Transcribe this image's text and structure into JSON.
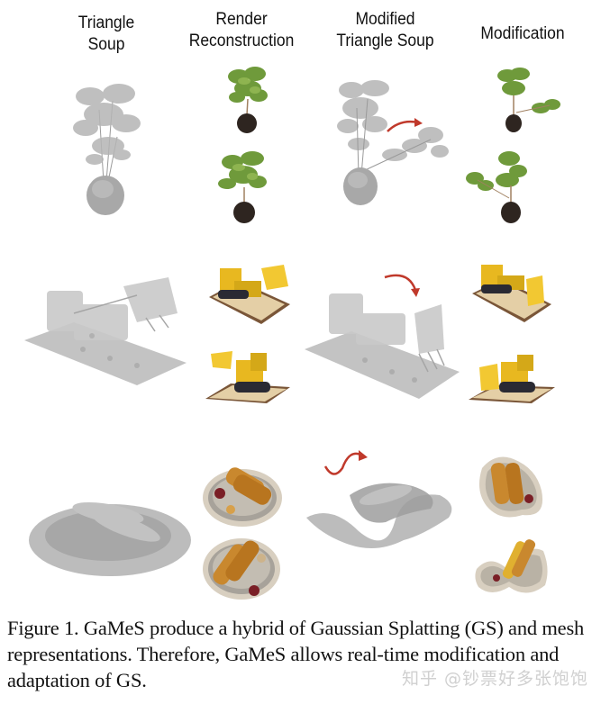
{
  "figure": {
    "columns": [
      {
        "line1": "Triangle",
        "line2": "Soup"
      },
      {
        "line1": "Render",
        "line2": "Reconstruction"
      },
      {
        "line1": "Modified",
        "line2": "Triangle Soup"
      },
      {
        "line1": "Modification",
        "line2": ""
      }
    ],
    "rows": [
      {
        "name": "plant",
        "triangle_soup": "gray point-cloud potted plant",
        "render": [
          "potted plant render view 1",
          "potted plant render view 2"
        ],
        "modified_soup": "gray plant with bent branch",
        "modification": [
          "plant with moved branch right",
          "plant with moved branch left"
        ]
      },
      {
        "name": "lego-bulldozer",
        "triangle_soup": "gray point-cloud lego bulldozer",
        "render": [
          "yellow lego bulldozer view 1",
          "yellow lego bulldozer view 2"
        ],
        "modified_soup": "gray bulldozer with lowered shovel",
        "modification": [
          "bulldozer with lowered shovel view 1",
          "bulldozer with lowered shovel view 2"
        ]
      },
      {
        "name": "hotdog",
        "triangle_soup": "gray point-cloud hotdog plate",
        "render": [
          "hotdog plate render view 1",
          "hotdog plate render view 2"
        ],
        "modified_soup": "gray bent hotdog plate",
        "modification": [
          "bent hotdog plate view 1",
          "bent hotdog plate view 2"
        ]
      }
    ],
    "arrow_color": "#c0392b"
  },
  "caption": {
    "label": "Figure 1.",
    "text": " GaMeS produce a hybrid of Gaussian Splatting (GS) and mesh representations.  Therefore, GaMeS allows real-time modification and adaptation of GS."
  },
  "watermark": "知乎 @钞票好多张饱饱"
}
